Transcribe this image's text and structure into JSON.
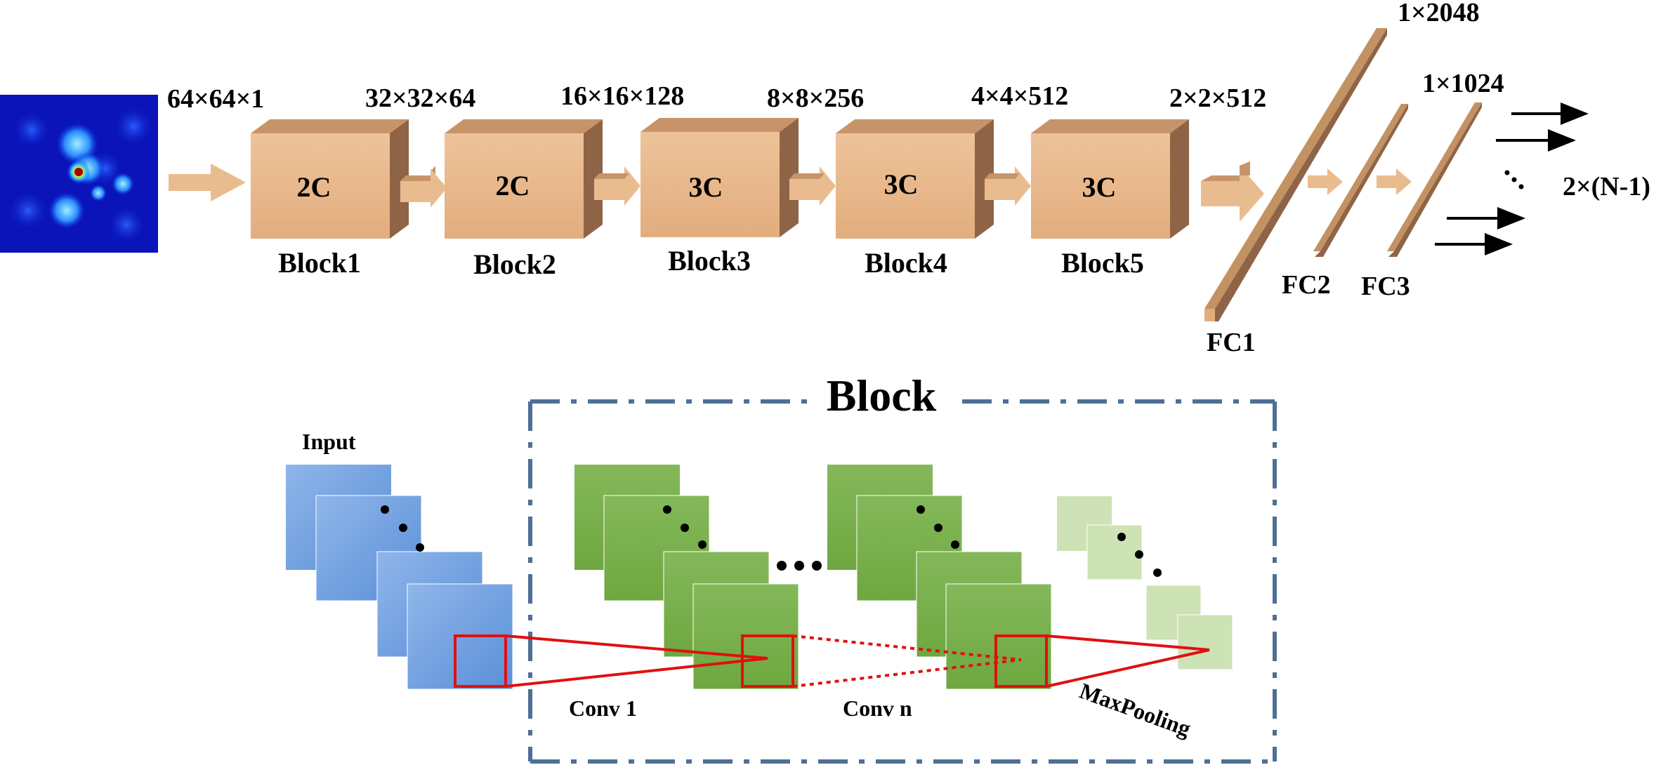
{
  "input_dims": "64×64×1",
  "blocks": [
    {
      "name": "Block1",
      "inner": "2C",
      "dims": "32×32×64"
    },
    {
      "name": "Block2",
      "inner": "2C",
      "dims": "16×16×128"
    },
    {
      "name": "Block3",
      "inner": "3C",
      "dims": "8×8×256"
    },
    {
      "name": "Block4",
      "inner": "3C",
      "dims": "4×4×512"
    },
    {
      "name": "Block5",
      "inner": "3C",
      "dims": "2×2×512"
    }
  ],
  "fc": [
    {
      "name": "FC1",
      "dims": "1×2048"
    },
    {
      "name": "FC2",
      "dims": "1×1024"
    },
    {
      "name": "FC3",
      "dims": ""
    }
  ],
  "output_label": "2×(N-1)",
  "detail": {
    "title": "Block",
    "input_label": "Input",
    "conv1_label": "Conv 1",
    "convn_label": "Conv n",
    "pool_label": "MaxPooling"
  },
  "colors": {
    "block_front": "#e9b88c",
    "block_top": "#c7946a",
    "block_side": "#8f6446",
    "arrow": "#e9bc8f",
    "fc_bar": "#c39262",
    "input_maps": "#6f9fe0",
    "conv_maps": "#78ae48",
    "pool_maps": "#cde3b5",
    "highlight": "#e01010",
    "frame": "#4f6f96"
  }
}
